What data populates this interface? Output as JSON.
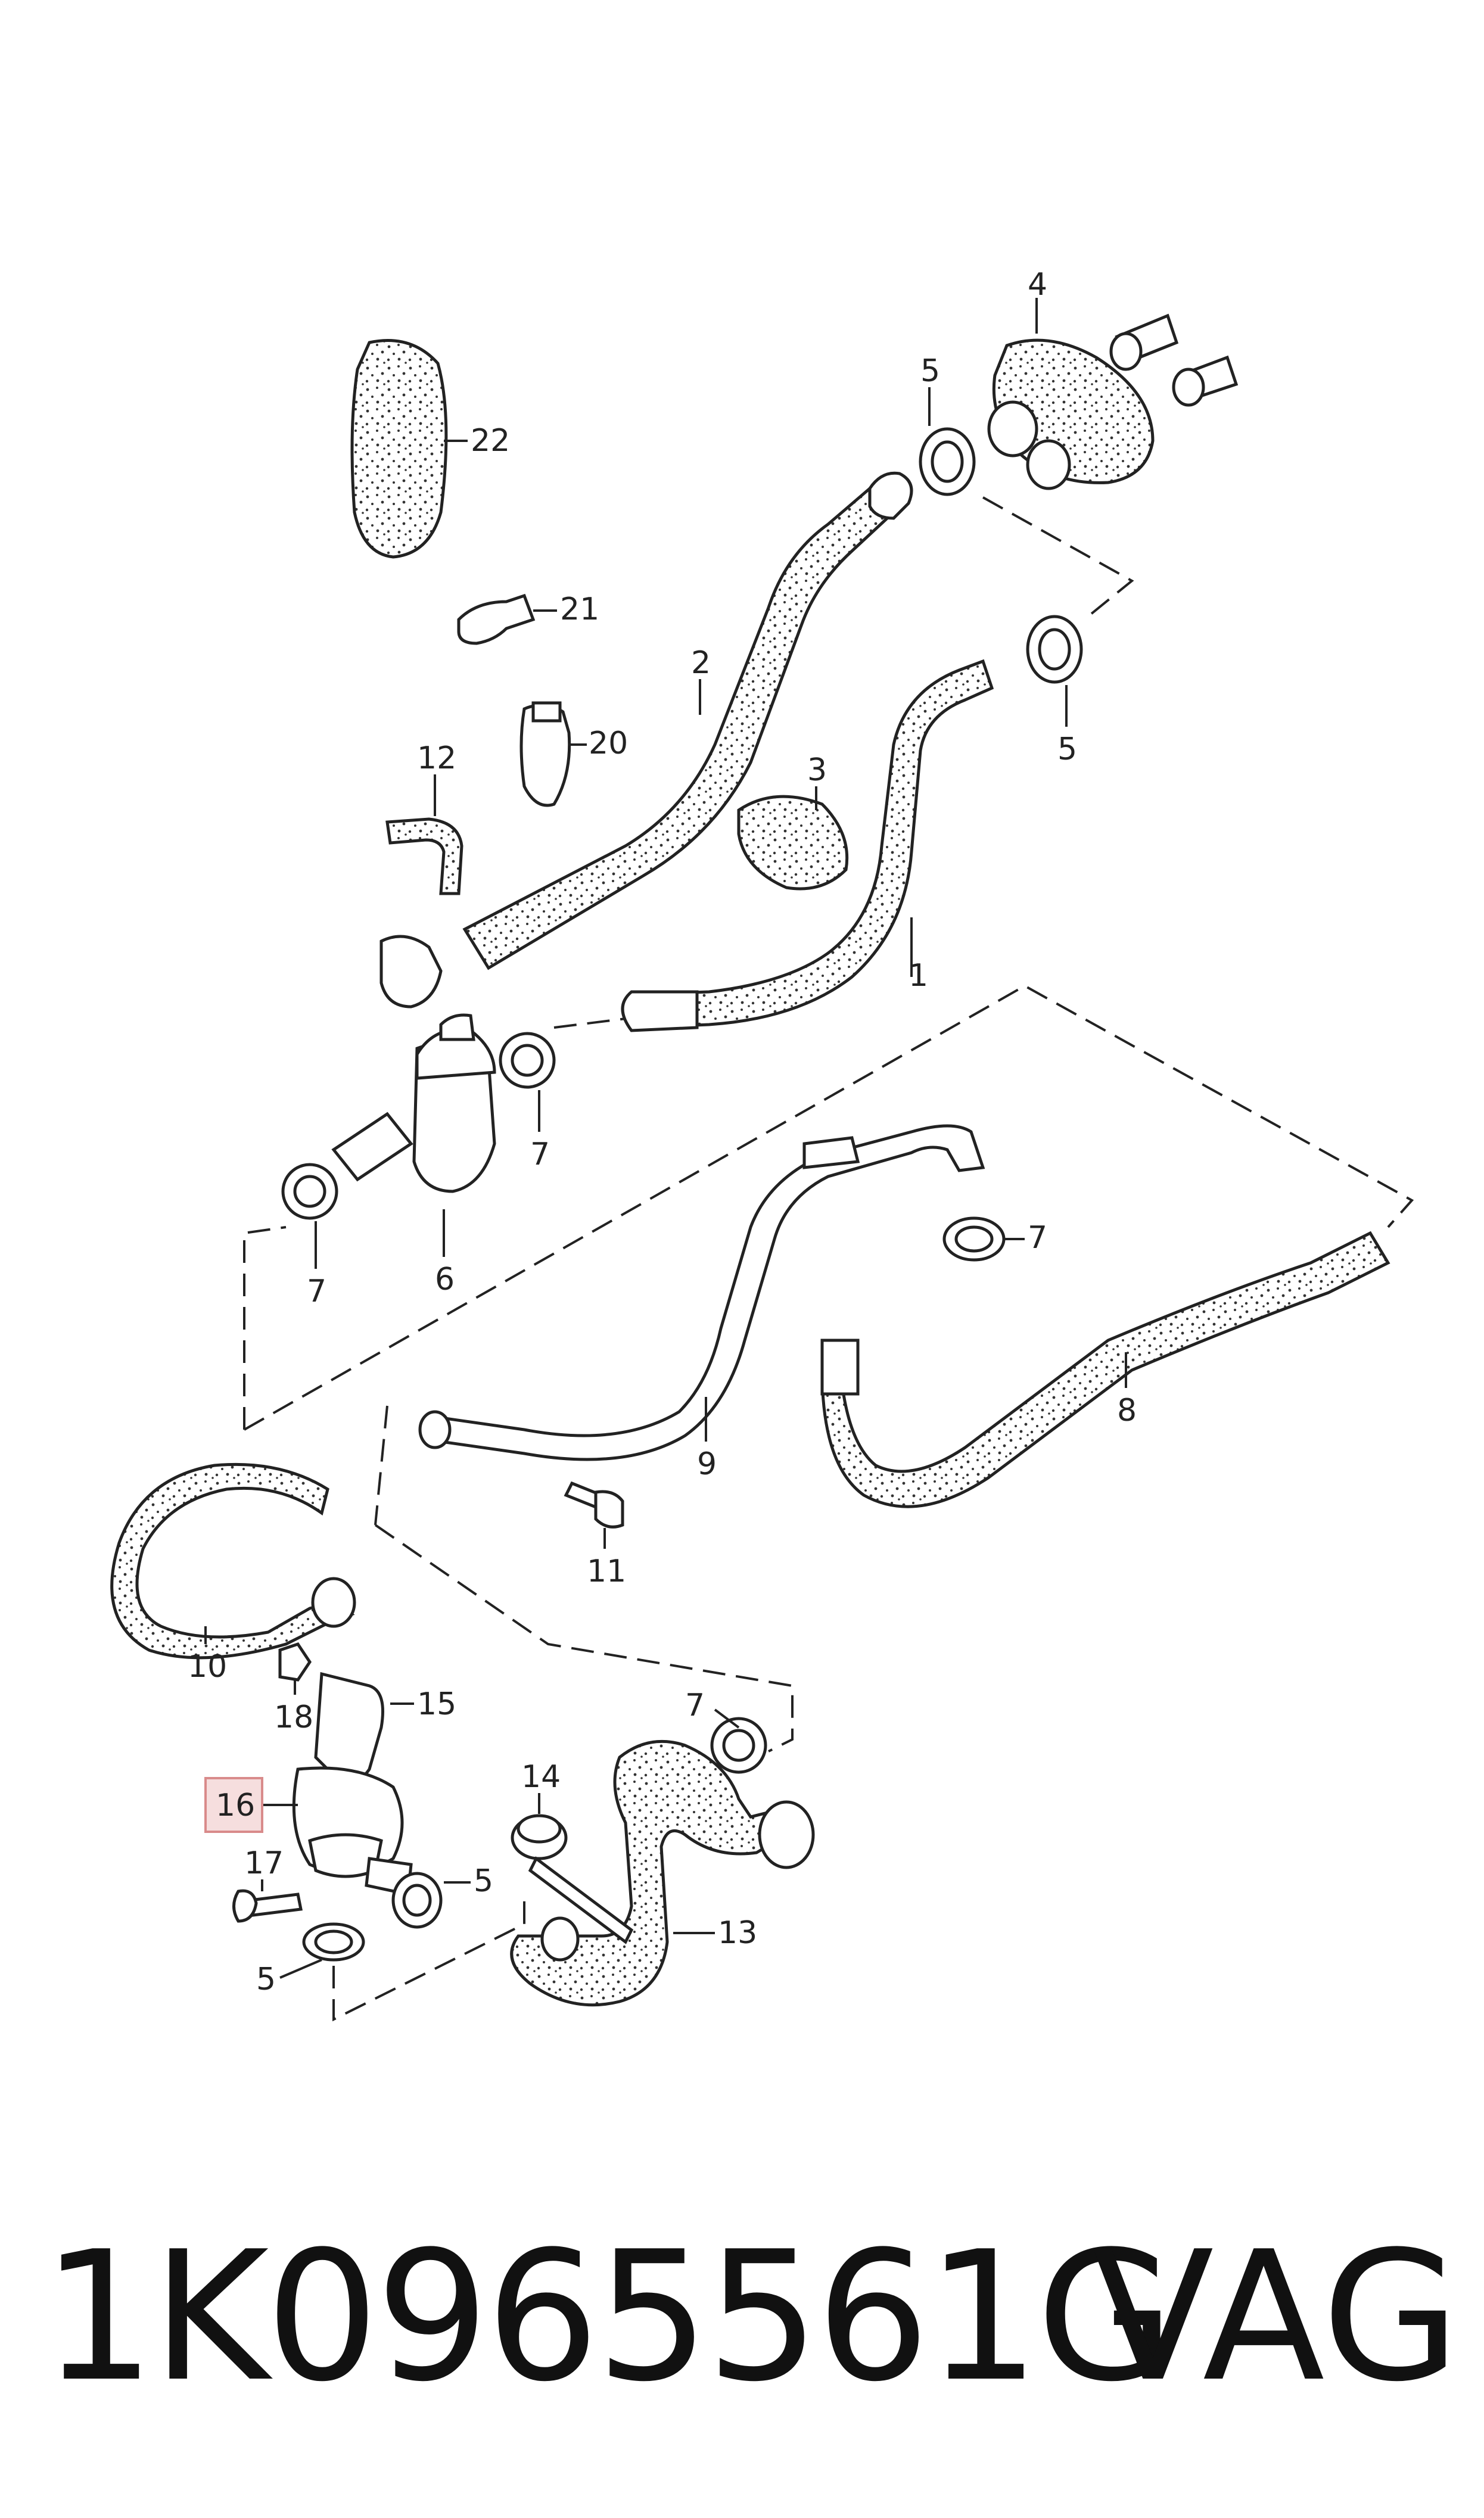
{
  "callouts": {
    "c1": "1",
    "c2": "2",
    "c3": "3",
    "c4": "4",
    "c5a": "5",
    "c5b": "5",
    "c5c": "5",
    "c5d": "5",
    "c6": "6",
    "c7a": "7",
    "c7b": "7",
    "c7c": "7",
    "c7d": "7",
    "c8": "8",
    "c9": "9",
    "c10": "10",
    "c11": "11",
    "c12": "12",
    "c13": "13",
    "c14": "14",
    "c15": "15",
    "c16": "16",
    "c17": "17",
    "c18": "18",
    "c20": "20",
    "c21": "21",
    "c22": "22"
  },
  "highlight": {
    "callout": "16",
    "color": "#f6dede"
  },
  "footer": {
    "part_number": "1K0965561G",
    "brand": "VAG"
  }
}
